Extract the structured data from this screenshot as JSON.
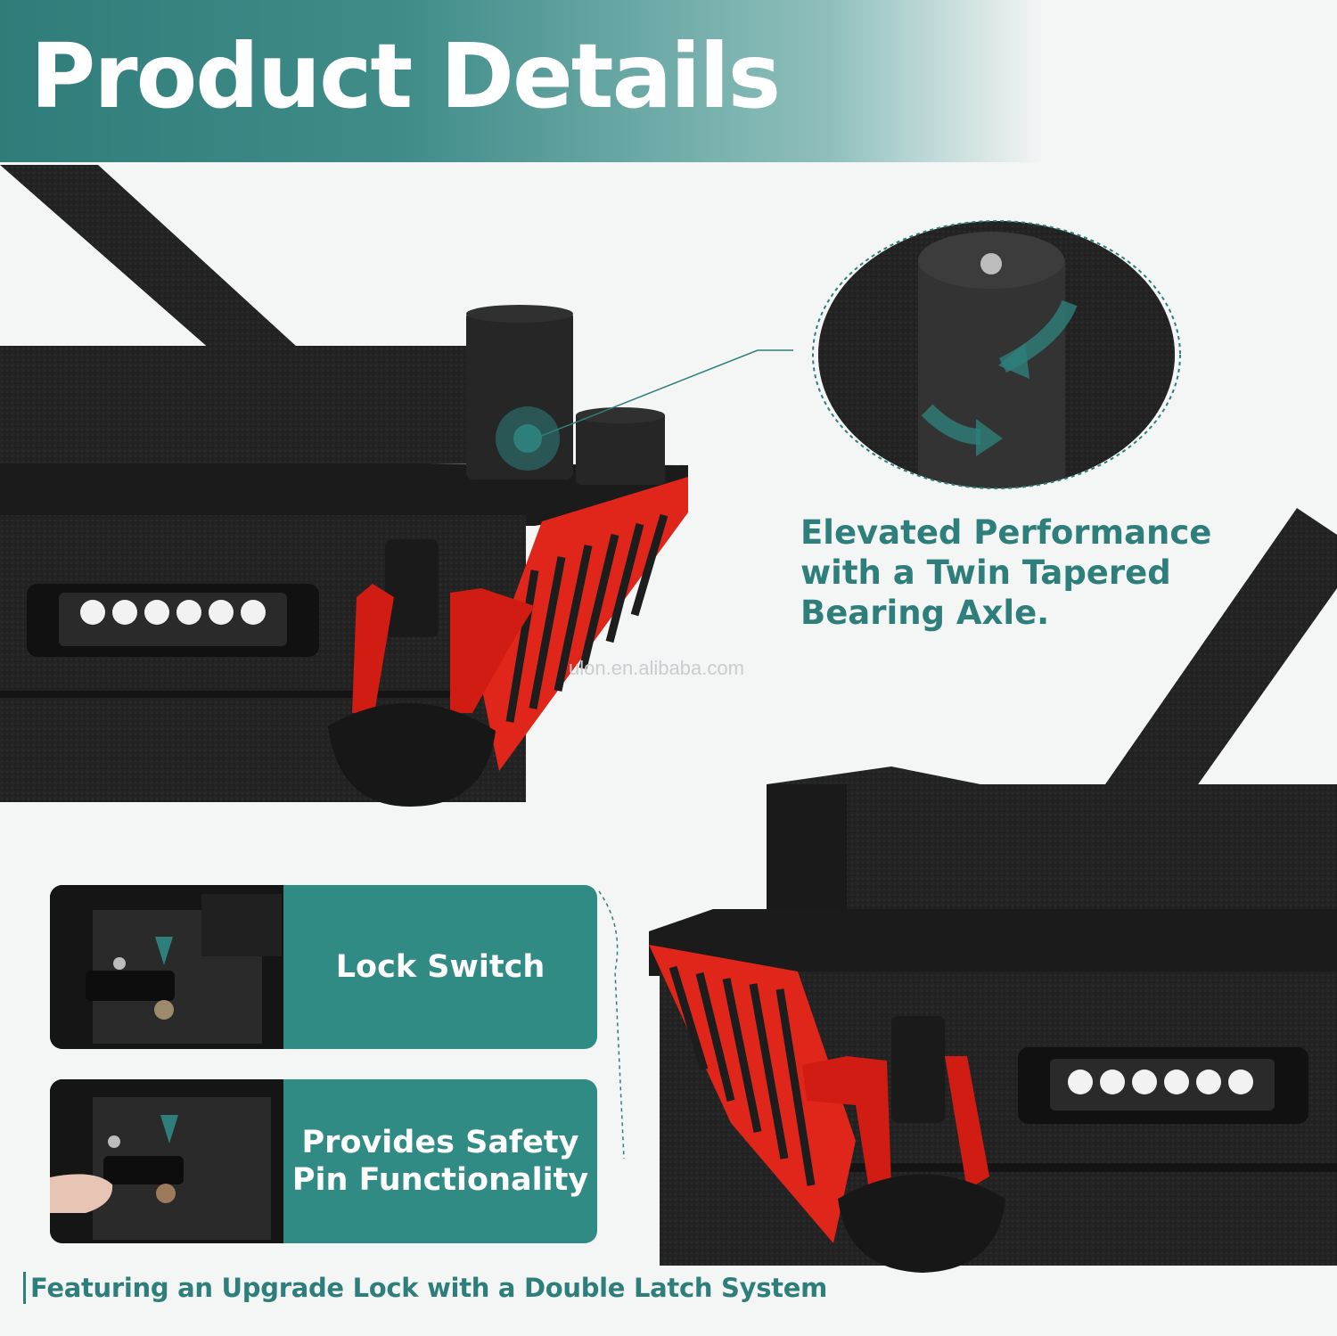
{
  "banner": {
    "title": "Product Details"
  },
  "callout": {
    "line1": "Elevated Performance",
    "line2": "with a Twin Tapered",
    "line3": "Bearing Axle."
  },
  "watermark": "ulon.en.alibaba.com",
  "features": [
    {
      "line1": "Lock Switch",
      "line2": ""
    },
    {
      "line1": "Provides Safety",
      "line2": "Pin Functionality"
    }
  ],
  "footer": {
    "caption": "Featuring an Upgrade Lock with a Double Latch System"
  },
  "colors": {
    "teal": "#2e7f7c",
    "card": "#318b85",
    "red": "#e0261a",
    "steel": "#1e1e1e"
  }
}
